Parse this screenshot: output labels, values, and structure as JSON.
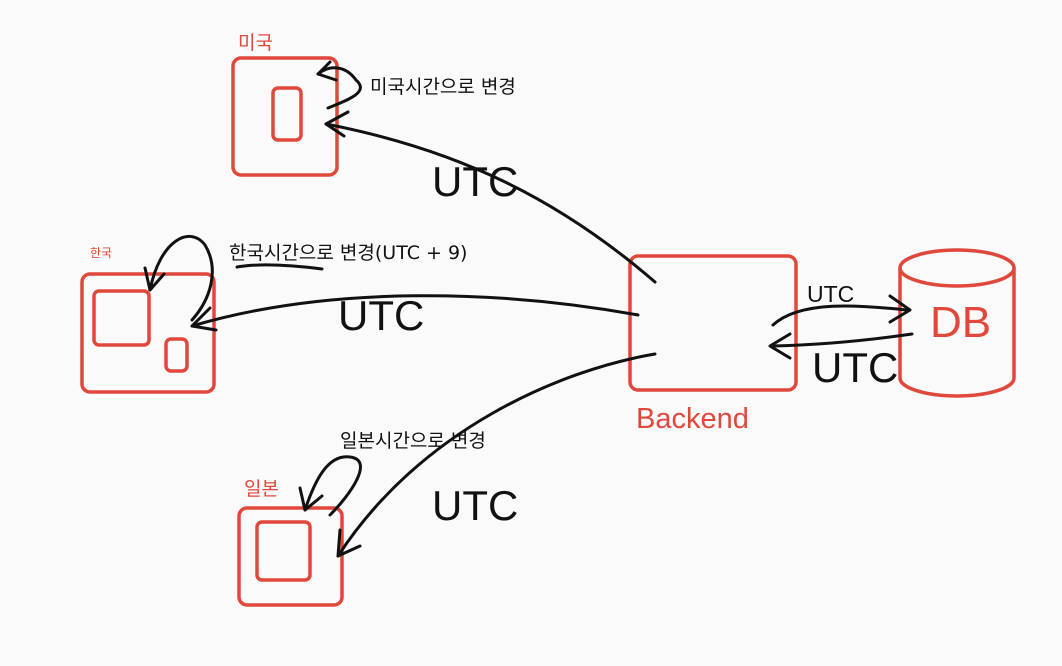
{
  "regions": {
    "usa": {
      "label": "미국",
      "note": "미국시간으로 변경"
    },
    "korea": {
      "label": "한국",
      "note": "한국시간으로 변경(UTC + 9)"
    },
    "japan": {
      "label": "일본",
      "note": "일본시간으로 변경"
    }
  },
  "backend": {
    "label": "Backend"
  },
  "db": {
    "label": "DB"
  },
  "arrows": {
    "to_usa": "UTC",
    "to_korea": "UTC",
    "to_japan": "UTC",
    "to_db": "UTC",
    "from_db": "UTC"
  },
  "colors": {
    "box": "#e0483c",
    "ink": "#111111",
    "background": "#fafafa"
  }
}
